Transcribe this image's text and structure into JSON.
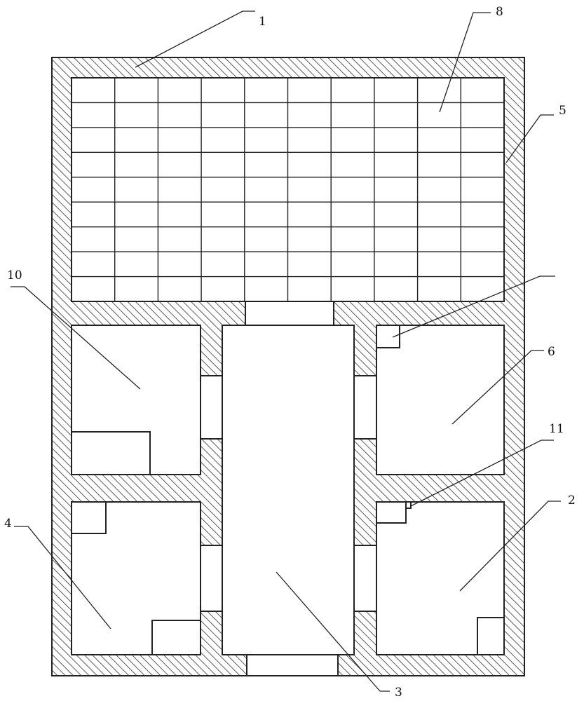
{
  "figure": {
    "callouts": [
      {
        "id": "c1",
        "text": "1"
      },
      {
        "id": "c8",
        "text": "8"
      },
      {
        "id": "c5",
        "text": "5"
      },
      {
        "id": "c10",
        "text": "10"
      },
      {
        "id": "c6",
        "text": "6"
      },
      {
        "id": "c11",
        "text": "11"
      },
      {
        "id": "c4",
        "text": "4"
      },
      {
        "id": "c2",
        "text": "2"
      },
      {
        "id": "c3",
        "text": "3"
      },
      {
        "id": "c7",
        "text": ""
      }
    ],
    "grid": {
      "columns": 10,
      "rows": 9
    },
    "colors": {
      "line": "#222222",
      "hatch": "#333333",
      "background": "#ffffff"
    }
  }
}
